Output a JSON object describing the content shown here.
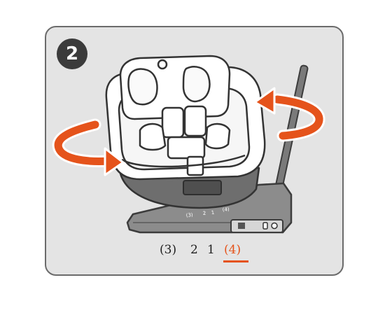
{
  "step": {
    "number": "2"
  },
  "positions": [
    "(3)",
    "2",
    "1",
    "(4)"
  ],
  "active_position": "(4)",
  "base_labels": [
    "(3)",
    "2",
    "1",
    "(4)"
  ],
  "colors": {
    "accent": "#e5531b",
    "panel": "#e4e4e4",
    "border": "#6b6b6b",
    "badge": "#3b3b3b",
    "line": "#4a4a4a",
    "base": "#8c8c8c"
  },
  "icons": [
    "rotate-left-arrow-icon",
    "rotate-right-arrow-icon"
  ]
}
